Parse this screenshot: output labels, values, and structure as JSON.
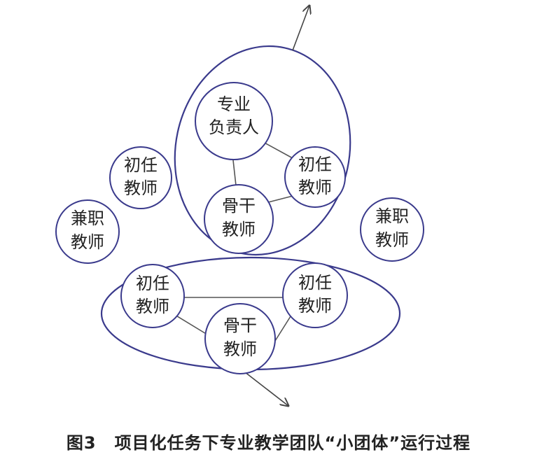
{
  "caption": {
    "label": "图3",
    "title": "项目化任务下专业教学团队“小团体”运行过程"
  },
  "nodes": {
    "leader": [
      "专业",
      "负责人"
    ],
    "novice_top_right": [
      "初任",
      "教师"
    ],
    "backbone_top": [
      "骨干",
      "教师"
    ],
    "novice_left": [
      "初任",
      "教师"
    ],
    "parttime_left": [
      "兼职",
      "教师"
    ],
    "parttime_right": [
      "兼职",
      "教师"
    ],
    "novice_bottom_left": [
      "初任",
      "教师"
    ],
    "novice_bottom_right": [
      "初任",
      "教师"
    ],
    "backbone_bottom": [
      "骨干",
      "教师"
    ]
  },
  "colors": {
    "group_outline": "#3a3a8c",
    "node_outline": "#3a3a8c",
    "link": "#555555",
    "arrow": "#444444"
  }
}
